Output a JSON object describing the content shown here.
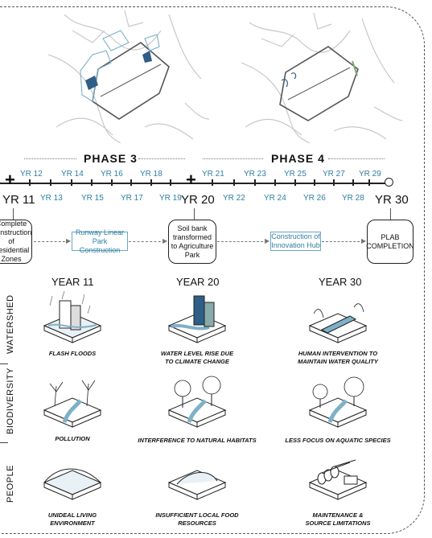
{
  "phases": {
    "phase3": "PHASE 3",
    "phase4": "PHASE 4"
  },
  "timeline": {
    "top_years": [
      "YR 12",
      "YR 14",
      "YR 16",
      "YR 18",
      "YR 21",
      "YR 23",
      "YR 25",
      "YR 27",
      "YR 29"
    ],
    "bottom_years": [
      "YR 13",
      "YR 15",
      "YR 17",
      "YR 19",
      "YR 22",
      "YR 24",
      "YR 26",
      "YR 28"
    ],
    "milestones": [
      "YR 11",
      "YR 20",
      "YR 30"
    ]
  },
  "events": {
    "e1": [
      "Complete",
      "Construction of",
      "Residential",
      "Zones"
    ],
    "e2": [
      "Runway Linear",
      "Park Construction"
    ],
    "e3": [
      "Soil bank",
      "transformed",
      "to Agriculture",
      "Park"
    ],
    "e4": [
      "Construction of",
      "Innovation Hub"
    ],
    "e5": [
      "PLAB",
      "COMPLETION"
    ]
  },
  "columns": [
    "YEAR 11",
    "YEAR 20",
    "YEAR 30"
  ],
  "rows": [
    "WATERSHED",
    "BIODIVERSITY",
    "PEOPLE"
  ],
  "captions": {
    "watershed": [
      [
        "FLASH FLOODS"
      ],
      [
        "WATER LEVEL RISE DUE",
        "TO CLIMATE CHANGE"
      ],
      [
        "HUMAN INTERVENTION TO",
        "MAINTAIN WATER QUALITY"
      ]
    ],
    "biodiversity": [
      [
        "POLLUTION"
      ],
      [
        "INTERFERENCE TO NATURAL HABITATS"
      ],
      [
        "LESS FOCUS ON AQUATIC SPECIES"
      ]
    ],
    "people": [
      [
        "UNIDEAL LIVING",
        "ENVIRONMENT"
      ],
      [
        "INSUFFICIENT LOCAL FOOD RESOURCES"
      ],
      [
        "MAINTENANCE &",
        "SOURCE LIMITATIONS"
      ]
    ]
  },
  "colors": {
    "accent_blue": "#2f7fa2",
    "map_blue": "#2f5f86",
    "map_green": "#7fa874"
  }
}
